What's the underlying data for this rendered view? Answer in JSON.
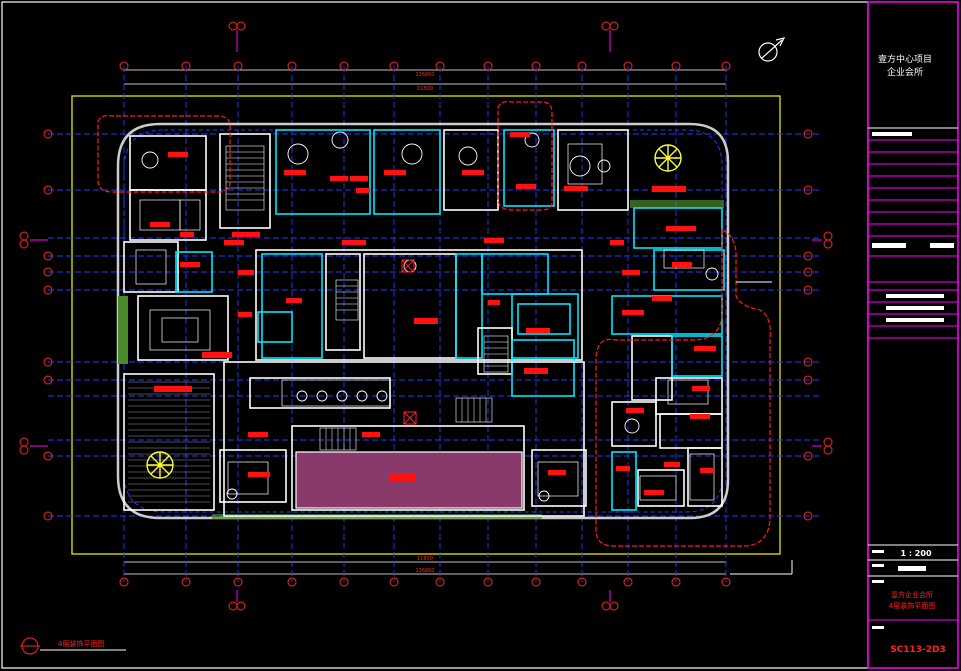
{
  "title_block": {
    "project_line1": "壹方中心项目",
    "project_line2": "企业会所",
    "scale": "1 : 200",
    "sheet_title_line1": "壹方企业会所",
    "sheet_title_line2": "4层装饰平面图",
    "drawing_number": "SC113-2D3"
  },
  "drawing": {
    "caption": "4层装饰平面图",
    "top_overall_dimension": "136800",
    "top_sub_dimension": "11800",
    "bottom_overall_dimension": "136800",
    "bottom_sub_dimension": "11800"
  },
  "colors": {
    "background": "#000000",
    "frame": "#ffffff",
    "grid_axis": "#1e3cff",
    "wall_cyan": "#00e5ff",
    "wall_white": "#ffffff",
    "revision_cloud": "#ff1a1a",
    "label_red": "#ff1111",
    "site_boundary": "#e6e600",
    "pool_fill": "#8a3a6a",
    "accent_magenta": "#ff00ff",
    "landscape_green": "#7acc44"
  }
}
